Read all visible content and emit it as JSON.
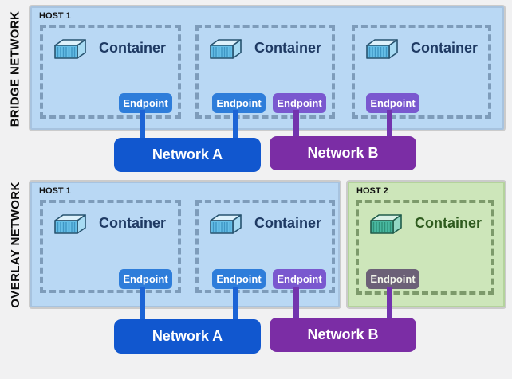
{
  "colors": {
    "background": "#f1f1f2",
    "host_blue_fill": "#b9d8f4",
    "host_blue_border": "#a7c3df",
    "host_green_fill": "#cde6ba",
    "host_green_border": "#b4d39c",
    "container_dash_blue": "#7e9cba",
    "container_dash_green": "#7d9a6b",
    "container_text_blue": "#1f3a63",
    "container_text_green": "#2f5b1f",
    "endpoint_blue": "#2e7dda",
    "endpoint_purple": "#7a58cf",
    "endpoint_gray": "#6c6077",
    "network_a": "#1157cf",
    "network_b": "#7b2da5",
    "line_blue": "#1c64d6",
    "line_purple": "#7334ae"
  },
  "bridge": {
    "section_label": "BRIDGE NETWORK",
    "host1": {
      "label": "HOST 1",
      "containers": [
        {
          "label": "Container",
          "endpoints": [
            {
              "label": "Endpoint",
              "network": "Network A"
            }
          ]
        },
        {
          "label": "Container",
          "endpoints": [
            {
              "label": "Endpoint",
              "network": "Network A"
            },
            {
              "label": "Endpoint",
              "network": "Network B"
            }
          ]
        },
        {
          "label": "Container",
          "endpoints": [
            {
              "label": "Endpoint",
              "network": "Network B"
            }
          ]
        }
      ]
    },
    "network_a": {
      "label": "Network A"
    },
    "network_b": {
      "label": "Network B"
    }
  },
  "overlay": {
    "section_label": "OVERLAY NETWORK",
    "host1": {
      "label": "HOST 1",
      "containers": [
        {
          "label": "Container",
          "endpoints": [
            {
              "label": "Endpoint",
              "network": "Network A"
            }
          ]
        },
        {
          "label": "Container",
          "endpoints": [
            {
              "label": "Endpoint",
              "network": "Network A"
            },
            {
              "label": "Endpoint",
              "network": "Network B"
            }
          ]
        }
      ]
    },
    "host2": {
      "label": "HOST 2",
      "containers": [
        {
          "label": "Container",
          "endpoints": [
            {
              "label": "Endpoint",
              "network": "Network B"
            }
          ]
        }
      ]
    },
    "network_a": {
      "label": "Network A"
    },
    "network_b": {
      "label": "Network B"
    }
  }
}
